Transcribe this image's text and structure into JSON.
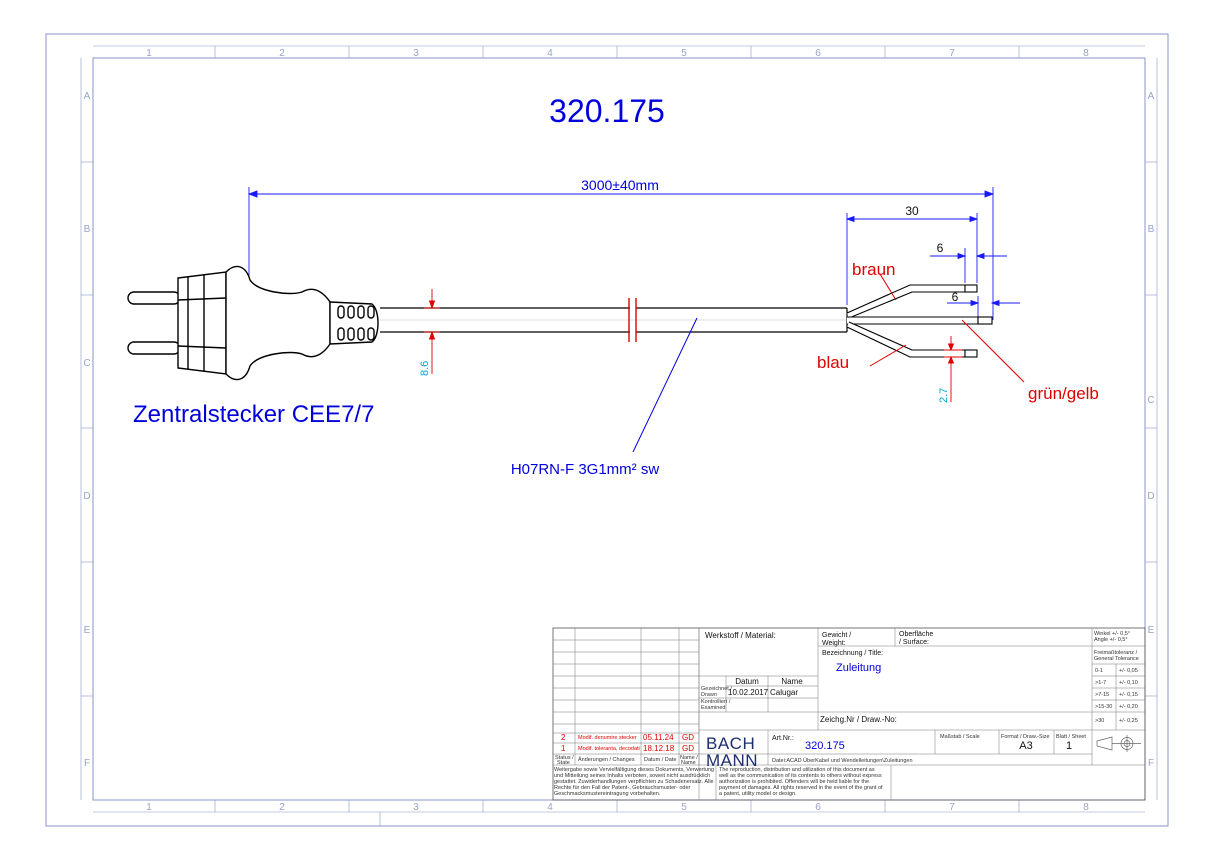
{
  "drawing": {
    "number": "320.175",
    "total_length": "3000±40mm",
    "strip_length": "30",
    "conductor_strip": "6",
    "conductor_strip_2": "6",
    "cable_diameter": "8.6",
    "conductor_diameter": "2.7",
    "plug_label": "Zentralstecker CEE7/7",
    "cable_label": "H07RN-F 3G1mm² sw",
    "wire_brown": "braun",
    "wire_blue": "blau",
    "wire_green_yellow": "grün/gelb"
  },
  "frame": {
    "columns": [
      "1",
      "2",
      "3",
      "4",
      "5",
      "6",
      "7",
      "8"
    ],
    "rows": [
      "A",
      "B",
      "C",
      "D",
      "E",
      "F"
    ]
  },
  "title_block": {
    "material_label": "Werkstoff / Material:",
    "weight_label_1": "Gewicht /",
    "weight_label_2": "Weight:",
    "surface_label_1": "Oberfläche",
    "surface_label_2": "/ Surface:",
    "title_label": "Bezeichnung / Title:",
    "title_value": "Zuleitung",
    "date_header": "Datum",
    "name_header": "Name",
    "drawn_label_1": "Gezeichnet /",
    "drawn_label_2": "Drawn",
    "checked_label_1": "Kontrolliert /",
    "checked_label_2": "Examined",
    "drawn_date": "10.02.2017",
    "drawn_name": "Calugar",
    "drawing_no_label": "Zeichg.Nr / Draw.-No:",
    "art_nr_label": "Art.Nr.:",
    "art_nr_value": "320.175",
    "scale_label": "Maßstab / Scale",
    "format_label": "Format / Draw.-Size",
    "format_value": "A3",
    "sheet_label": "Blatt / Sheet",
    "sheet_value": "1",
    "logo_line_1": "BACH",
    "logo_line_2": "MANN",
    "file_line": "Datei:ACAD ÜberKabel und Wendelleitungen\\Zuleitungen",
    "tolerance": {
      "angle_1": "Winkel +/- 0,5°",
      "angle_2": "Angle +/- 0,5°",
      "general_1": "Freimaßtoleranz /",
      "general_2": "General Tolerance",
      "rows": [
        {
          "range": "0-1",
          "tol": "+/- 0,05"
        },
        {
          "range": ">1-7",
          "tol": "+/- 0,10"
        },
        {
          "range": ">7-15",
          "tol": "+/- 0,15"
        },
        {
          "range": ">15-30",
          "tol": "+/- 0,20"
        },
        {
          "range": ">30",
          "tol": "+/- 0,25"
        }
      ]
    },
    "revisions": [
      {
        "status": "2",
        "change": "Modif. denumire stecker",
        "date": "05.11.24",
        "name": "GD"
      },
      {
        "status": "1",
        "change": "Modif. toleranta, decodati",
        "date": "18.12.18",
        "name": "GD"
      }
    ],
    "rev_header_status_1": "Status /",
    "rev_header_status_2": "State",
    "rev_header_changes": "Änderungen / Changes",
    "rev_header_date": "Datum / Date",
    "rev_header_name_1": "Name /",
    "rev_header_name_2": "Name",
    "legal_de": [
      "Weitergabe sowie Vervielfältigung dieses Dokuments, Verwertung",
      "und Mitteilung seines Inhalts verboten, soweit nicht ausdrücklich",
      "gestattet. Zuwiderhandlungen verpflichten zu Schadenersatz. Alle",
      "Rechte für den Fall der Patent-, Gebrauchsmuster- oder",
      "Geschmacksmustereintragung vorbehalten."
    ],
    "legal_en": [
      "The reproduction, distribution and utilization of this document as",
      "well as the communication of its contents to others without express",
      "authorization is prohibited. Offenders will be held liable for the",
      "payment of damages. All rights reserved in the event of the grant of",
      "a patent, utility model or design."
    ]
  },
  "colors": {
    "drawing_blue": "#0000dd",
    "dimension_blue": "#1a1aff",
    "callout_red": "#e00000",
    "cyan": "#00aacc",
    "frame": "#8a94c8"
  }
}
